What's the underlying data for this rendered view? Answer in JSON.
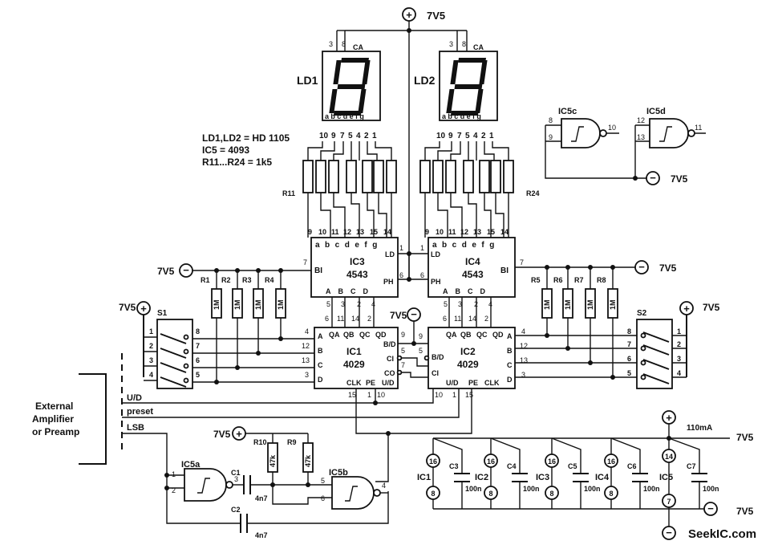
{
  "supply": {
    "pos": "7V5",
    "neg": "7V5",
    "current": "110mA",
    "plus": "+",
    "minus": "−"
  },
  "notes": [
    "LD1,LD2 = HD 1105",
    "IC5 = 4093",
    "R11...R24 = 1k5"
  ],
  "displays": [
    {
      "name": "LD1",
      "ca": "CA",
      "top_pins": [
        "3",
        "8"
      ],
      "seg_pins": "abcdefg",
      "pin_nums": [
        "10",
        "9",
        "7",
        "5",
        "4",
        "2",
        "1"
      ]
    },
    {
      "name": "LD2",
      "ca": "CA",
      "top_pins": [
        "3",
        "8"
      ],
      "seg_pins": "abcdefg",
      "pin_nums": [
        "10",
        "9",
        "7",
        "5",
        "4",
        "2",
        "1"
      ]
    }
  ],
  "resistor_labels": {
    "left": "R11",
    "right": "R24",
    "pull": [
      "R1",
      "R2",
      "R3",
      "R4",
      "R5",
      "R6",
      "R7",
      "R8",
      "R9",
      "R10"
    ],
    "pull_val": "1M",
    "timing_val": "47k"
  },
  "ic3": {
    "name": "IC3",
    "part": "4543",
    "out_pins": [
      "a",
      "b",
      "c",
      "d",
      "e",
      "f",
      "g"
    ],
    "out_nums": [
      "9",
      "10",
      "11",
      "12",
      "13",
      "15",
      "14"
    ],
    "ld": "LD",
    "bi": "BI",
    "ph": "PH",
    "in_pins": [
      "A",
      "B",
      "C",
      "D"
    ],
    "in_nums": [
      "5",
      "3",
      "2",
      "4"
    ],
    "side": [
      "1",
      "7",
      "6"
    ]
  },
  "ic4": {
    "name": "IC4",
    "part": "4543",
    "out_pins": [
      "a",
      "b",
      "c",
      "d",
      "e",
      "f",
      "g"
    ],
    "out_nums": [
      "9",
      "10",
      "11",
      "12",
      "13",
      "15",
      "14"
    ],
    "ld": "LD",
    "bi": "BI",
    "ph": "PH",
    "in_pins": [
      "A",
      "B",
      "C",
      "D"
    ],
    "in_nums": [
      "5",
      "3",
      "2",
      "4"
    ],
    "side": [
      "1",
      "7",
      "6"
    ]
  },
  "ic1": {
    "name": "IC1",
    "part": "4029",
    "q": [
      "QA",
      "QB",
      "QC",
      "QD"
    ],
    "q_nums": [
      "6",
      "11",
      "14",
      "2"
    ],
    "in": [
      "A",
      "B",
      "C",
      "D"
    ],
    "in_nums": [
      "4",
      "12",
      "13",
      "3"
    ],
    "bd": "B/D",
    "ci": "CI",
    "co": "CO",
    "ud": "U/D",
    "clk": "CLK",
    "pe": "PE",
    "pins": [
      "9",
      "5",
      "7",
      "15",
      "1",
      "10"
    ]
  },
  "ic2": {
    "name": "IC2",
    "part": "4029",
    "q": [
      "QA",
      "QB",
      "QC",
      "QD"
    ],
    "q_nums": [
      "6",
      "11",
      "14",
      "2"
    ],
    "in": [
      "A",
      "B",
      "C",
      "D"
    ],
    "in_nums": [
      "4",
      "12",
      "13",
      "3"
    ],
    "bd": "B/D",
    "ci": "CI",
    "ud": "U/D",
    "clk": "CLK",
    "pe": "PE",
    "pins": [
      "9",
      "5",
      "10",
      "1",
      "15"
    ]
  },
  "switches": [
    {
      "name": "S1",
      "left": [
        "1",
        "2",
        "3",
        "4"
      ],
      "right": [
        "8",
        "7",
        "6",
        "5"
      ]
    },
    {
      "name": "S2",
      "left": [
        "8",
        "7",
        "6",
        "5"
      ],
      "right": [
        "1",
        "2",
        "3",
        "4"
      ]
    }
  ],
  "inputs": {
    "ud": "U/D",
    "preset": "preset",
    "lsb": "LSB",
    "source": [
      "External",
      "Amplifier",
      "or Preamp"
    ]
  },
  "gates": {
    "ic5a": "IC5a",
    "ic5b": "IC5b",
    "ic5c": "IC5c",
    "ic5d": "IC5d",
    "a_pins": [
      "1",
      "2",
      "3"
    ],
    "b_pins": [
      "5",
      "6",
      "4"
    ],
    "c_pins": [
      "8",
      "9",
      "10"
    ],
    "d_pins": [
      "12",
      "13",
      "11"
    ]
  },
  "caps": {
    "c1": "C1",
    "c2": "C2",
    "val": "4n7"
  },
  "decoupling": [
    {
      "ic": "IC1",
      "cap": "C3",
      "vdd": "16",
      "vss": "8",
      "val": "100n"
    },
    {
      "ic": "IC2",
      "cap": "C4",
      "vdd": "16",
      "vss": "8",
      "val": "100n"
    },
    {
      "ic": "IC3",
      "cap": "C5",
      "vdd": "16",
      "vss": "8",
      "val": "100n"
    },
    {
      "ic": "IC4",
      "cap": "C6",
      "vdd": "16",
      "vss": "8",
      "val": "100n"
    },
    {
      "ic": "IC5",
      "cap": "C7",
      "vdd": "14",
      "vss": "7",
      "val": "100n"
    }
  ],
  "watermark": "SeekIC.com"
}
